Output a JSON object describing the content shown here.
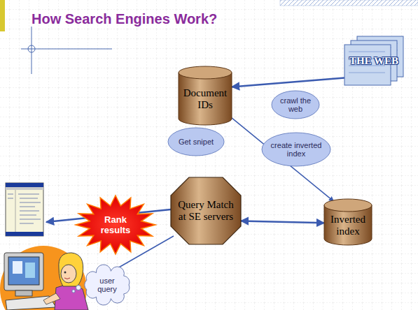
{
  "diagram": {
    "title": "How Search Engines Work?",
    "nodes": [
      {
        "text": [
          "Document IDs"
        ]
      },
      {
        "text": [
          "THE WEB"
        ]
      },
      {
        "text": [
          "crawl the web"
        ]
      },
      {
        "text": [
          "Get snipet"
        ]
      },
      {
        "text": [
          "create inverted index"
        ]
      },
      {
        "text": [
          "Rank results"
        ]
      },
      {
        "text": [
          "Query Match at SE servers"
        ]
      },
      {
        "text": [
          "Inverted index"
        ]
      },
      {
        "text": [
          "user query"
        ]
      }
    ],
    "edges": [
      {
        "from": 1,
        "to": 0,
        "arrow": "to"
      },
      {
        "from": 0,
        "to": 7,
        "arrow": "to"
      },
      {
        "from": 6,
        "to": 7,
        "arrow": "both"
      }
    ]
  }
}
